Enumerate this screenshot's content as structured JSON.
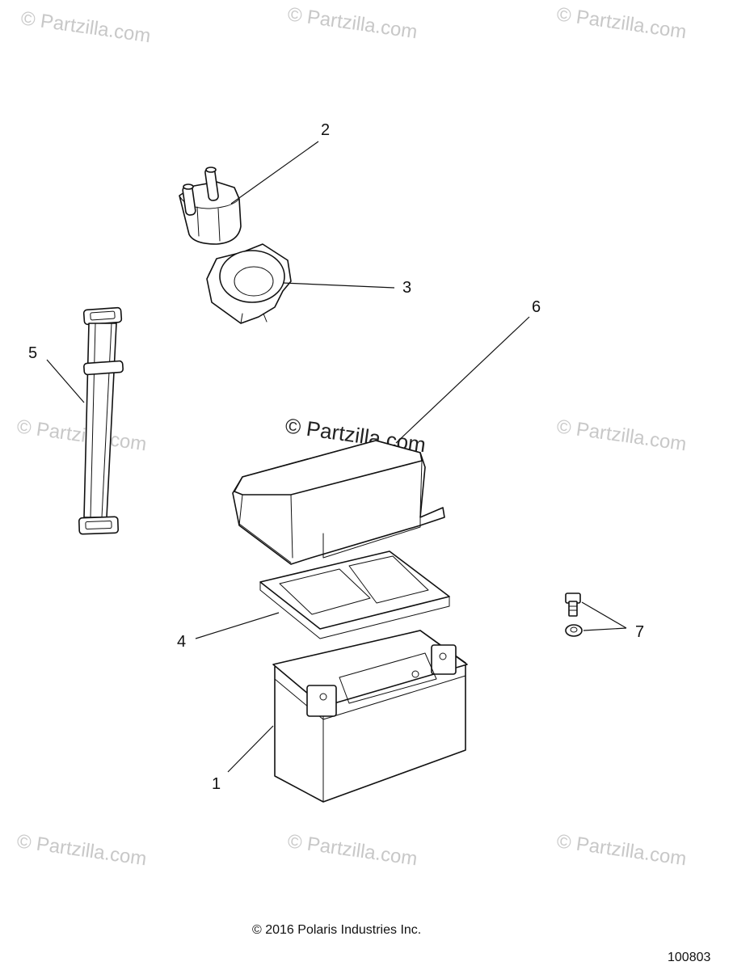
{
  "watermark": {
    "text": "© Partzilla.com",
    "center_text": "© Partzilla.com"
  },
  "callouts": {
    "c1": "1",
    "c2": "2",
    "c3": "3",
    "c4": "4",
    "c5": "5",
    "c6": "6",
    "c7": "7"
  },
  "footer": {
    "copyright": "© 2016 Polaris Industries Inc.",
    "diagram_number": "100803"
  }
}
